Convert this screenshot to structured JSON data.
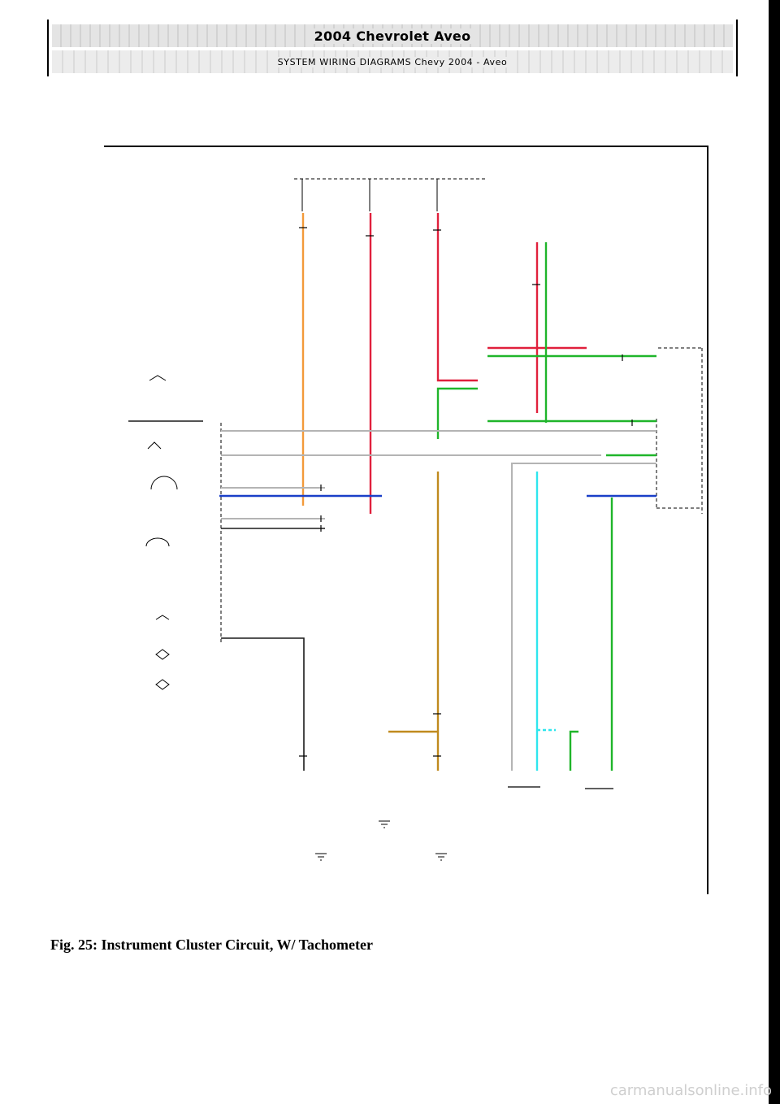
{
  "header": {
    "title": "2004 Chevrolet Aveo",
    "subtitle": "SYSTEM WIRING DIAGRAMS Chevy 2004 - Aveo"
  },
  "caption": "Fig. 25: Instrument Cluster Circuit, W/ Tachometer",
  "watermark": "carmanualsonline.info",
  "colors": {
    "orange": "#f39a3a",
    "red": "#e0203c",
    "green": "#1fb52a",
    "blue": "#1a3fc8",
    "gray": "#b4b4b4",
    "tan": "#c08a1e",
    "cyan": "#2ee6ee",
    "black": "#1a1a1a"
  }
}
